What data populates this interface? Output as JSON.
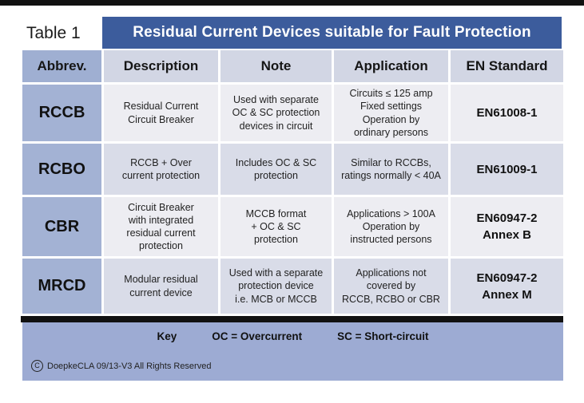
{
  "figure": {
    "table_label": "Table 1",
    "title": "Residual Current Devices suitable for Fault Protection"
  },
  "chart_data": {
    "type": "table",
    "title": "Residual Current Devices suitable for Fault Protection",
    "columns": [
      "Abbrev.",
      "Description",
      "Note",
      "Application",
      "EN Standard"
    ],
    "rows": [
      {
        "abbrev": "RCCB",
        "description": "Residual Current\nCircuit Breaker",
        "note": "Used with separate\nOC & SC protection\ndevices in circuit",
        "application": "Circuits ≤ 125 amp\nFixed settings\nOperation by\nordinary persons",
        "standard": "EN61008-1"
      },
      {
        "abbrev": "RCBO",
        "description": "RCCB + Over\ncurrent protection",
        "note": "Includes OC & SC\nprotection",
        "application": "Similar to RCCBs,\nratings normally < 40A",
        "standard": "EN61009-1"
      },
      {
        "abbrev": "CBR",
        "description": "Circuit Breaker\nwith integrated\nresidual current\nprotection",
        "note": "MCCB format\n+ OC & SC\nprotection",
        "application": "Applications > 100A\nOperation by\ninstructed persons",
        "standard": "EN60947-2\nAnnex B"
      },
      {
        "abbrev": "MRCD",
        "description": "Modular residual\ncurrent device",
        "note": "Used with a separate\nprotection device\ni.e. MCB or MCCB",
        "application": "Applications not\ncovered by\nRCCB, RCBO or CBR",
        "standard": "EN60947-2\nAnnex M"
      }
    ]
  },
  "footer": {
    "key_label": "Key",
    "oc_definition": "OC = Overcurrent",
    "sc_definition": "SC = Short-circuit",
    "copyright_symbol": "C",
    "copyright_text": "DoepkeCLA 09/13-V3 All Rights Reserved"
  },
  "colors": {
    "title_bar": "#3c5c9c",
    "abbrev_column": "#a3b2d4",
    "header_row": "#d2d6e4",
    "row_light": "#ededf2",
    "row_dark": "#d9dce8",
    "footer_band": "#9dabd3",
    "top_bar": "#111111",
    "divider": "#111111"
  }
}
